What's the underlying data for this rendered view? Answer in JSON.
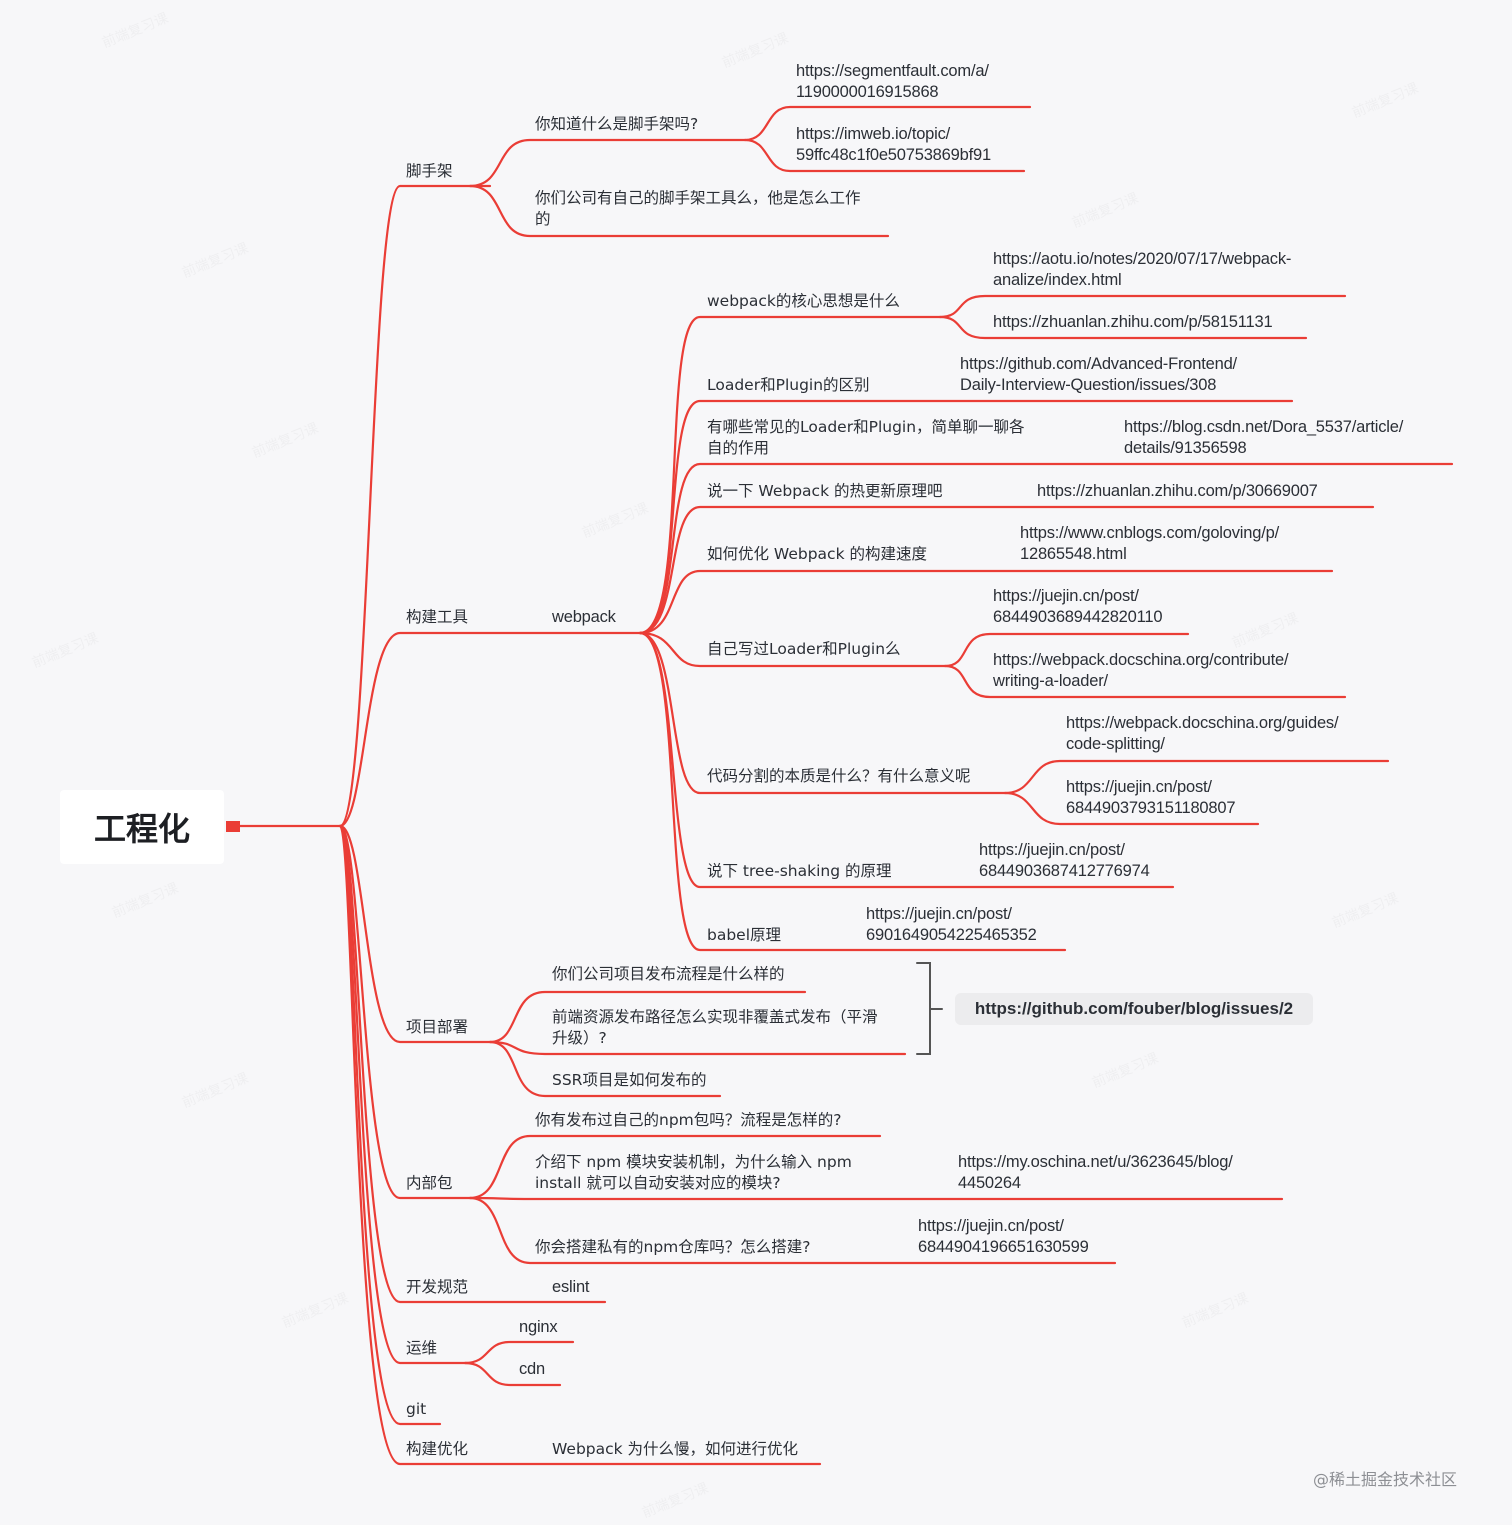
{
  "colors": {
    "branch": "#ea3d36",
    "bracket": "#555555",
    "background": "#f7f7f9",
    "root_bg": "#ffffff",
    "summary_bg": "#ececee"
  },
  "root": {
    "label": "工程化"
  },
  "branches": {
    "scaffold": {
      "label": "脚手架",
      "q1": {
        "label": "你知道什么是脚手架吗?",
        "links": [
          "https://segmentfault.com/a/\n1190000016915868",
          "https://imweb.io/topic/\n59ffc48c1f0e50753869bf91"
        ]
      },
      "q2": {
        "label": "你们公司有自己的脚手架工具么，他是怎么工作\n的"
      }
    },
    "build_tools": {
      "label": "构建工具",
      "webpack": {
        "label": "webpack",
        "items": [
          {
            "label": "webpack的核心思想是什么",
            "links": [
              "https://aotu.io/notes/2020/07/17/webpack-\nanalize/index.html",
              "https://zhuanlan.zhihu.com/p/58151131"
            ]
          },
          {
            "label": "Loader和Plugin的区别",
            "links": [
              "https://github.com/Advanced-Frontend/\nDaily-Interview-Question/issues/308"
            ]
          },
          {
            "label": "有哪些常见的Loader和Plugin，简单聊一聊各\n自的作用",
            "links": [
              "https://blog.csdn.net/Dora_5537/article/\ndetails/91356598"
            ]
          },
          {
            "label": "说一下 Webpack 的热更新原理吧",
            "links": [
              "https://zhuanlan.zhihu.com/p/30669007"
            ]
          },
          {
            "label": "如何优化 Webpack 的构建速度",
            "links": [
              "https://www.cnblogs.com/goloving/p/\n12865548.html"
            ]
          },
          {
            "label": "自己写过Loader和Plugin么",
            "links": [
              "https://juejin.cn/post/\n6844903689442820110",
              "https://webpack.docschina.org/contribute/\nwriting-a-loader/"
            ]
          },
          {
            "label": "代码分割的本质是什么？有什么意义呢",
            "links": [
              "https://webpack.docschina.org/guides/\ncode-splitting/",
              "https://juejin.cn/post/\n6844903793151180807"
            ]
          },
          {
            "label": "说下 tree-shaking 的原理",
            "links": [
              "https://juejin.cn/post/\n6844903687412776974"
            ]
          },
          {
            "label": "babel原理",
            "links": [
              "https://juejin.cn/post/\n6901649054225465352"
            ]
          }
        ]
      }
    },
    "deploy": {
      "label": "项目部署",
      "items": [
        "你们公司项目发布流程是什么样的",
        "前端资源发布路径怎么实现非覆盖式发布（平滑\n升级）?",
        "SSR项目是如何发布的"
      ],
      "summary": "https://github.com/fouber/blog/issues/2"
    },
    "internal_pkg": {
      "label": "内部包",
      "items": [
        {
          "label": "你有发布过自己的npm包吗？流程是怎样的?"
        },
        {
          "label": "介绍下 npm 模块安装机制，为什么输入 npm\ninstall 就可以自动安装对应的模块?",
          "link": "https://my.oschina.net/u/3623645/blog/\n4450264"
        },
        {
          "label": "你会搭建私有的npm仓库吗？怎么搭建?",
          "link": "https://juejin.cn/post/\n6844904196651630599"
        }
      ]
    },
    "dev_standards": {
      "label": "开发规范",
      "child": "eslint"
    },
    "ops": {
      "label": "运维",
      "children": [
        "nginx",
        "cdn"
      ]
    },
    "git": {
      "label": "git"
    },
    "build_opt": {
      "label": "构建优化",
      "child": "Webpack 为什么慢，如何进行优化"
    }
  },
  "footer": {
    "credit": "@稀土掘金技术社区"
  },
  "watermark": "前端复习课"
}
